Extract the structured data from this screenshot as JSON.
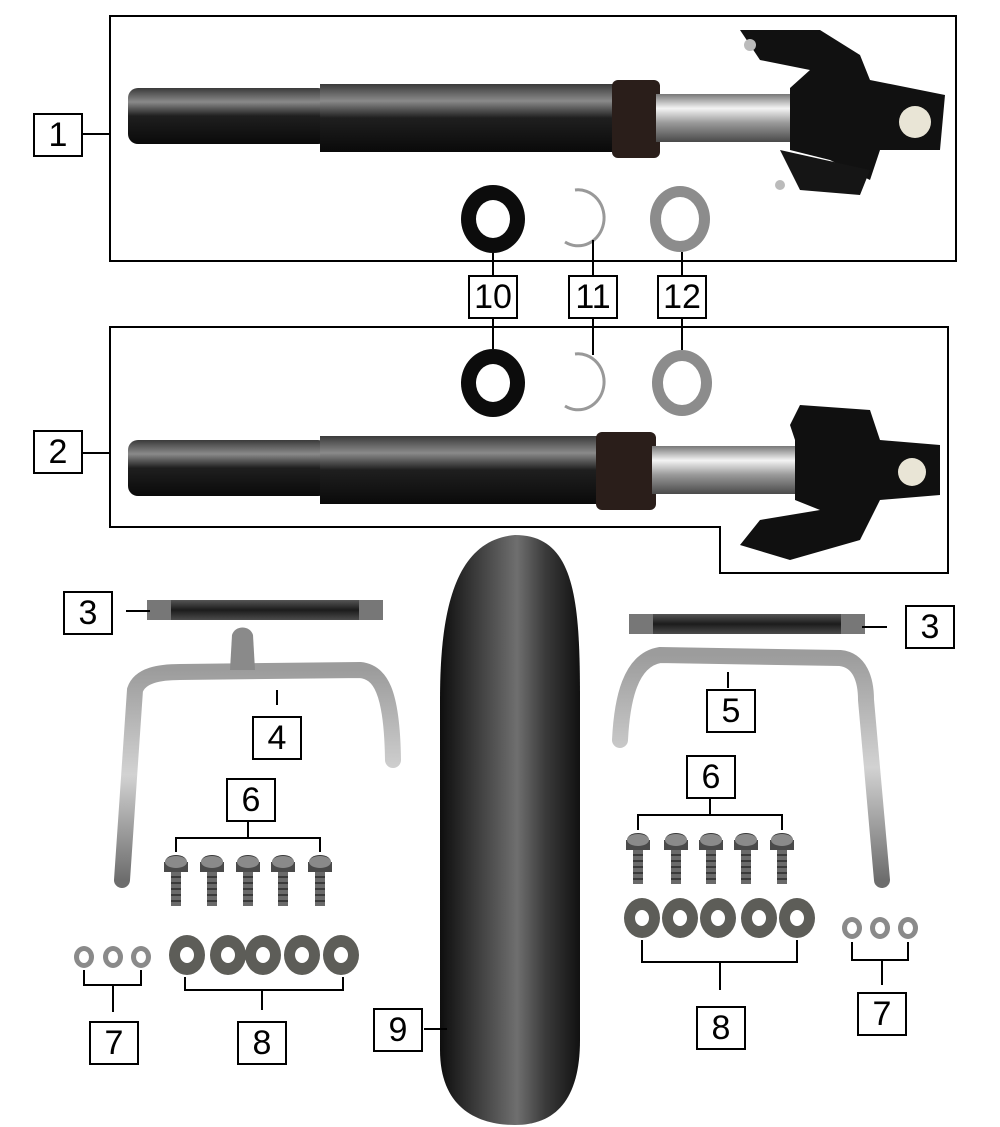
{
  "callouts": {
    "c1": "1",
    "c2": "2",
    "c3_left": "3",
    "c3_right": "3",
    "c4": "4",
    "c5": "5",
    "c6_left": "6",
    "c6_right": "6",
    "c7_left": "7",
    "c7_right": "7",
    "c8_left": "8",
    "c8_right": "8",
    "c9": "9",
    "c10": "10",
    "c11": "11",
    "c12": "12"
  }
}
